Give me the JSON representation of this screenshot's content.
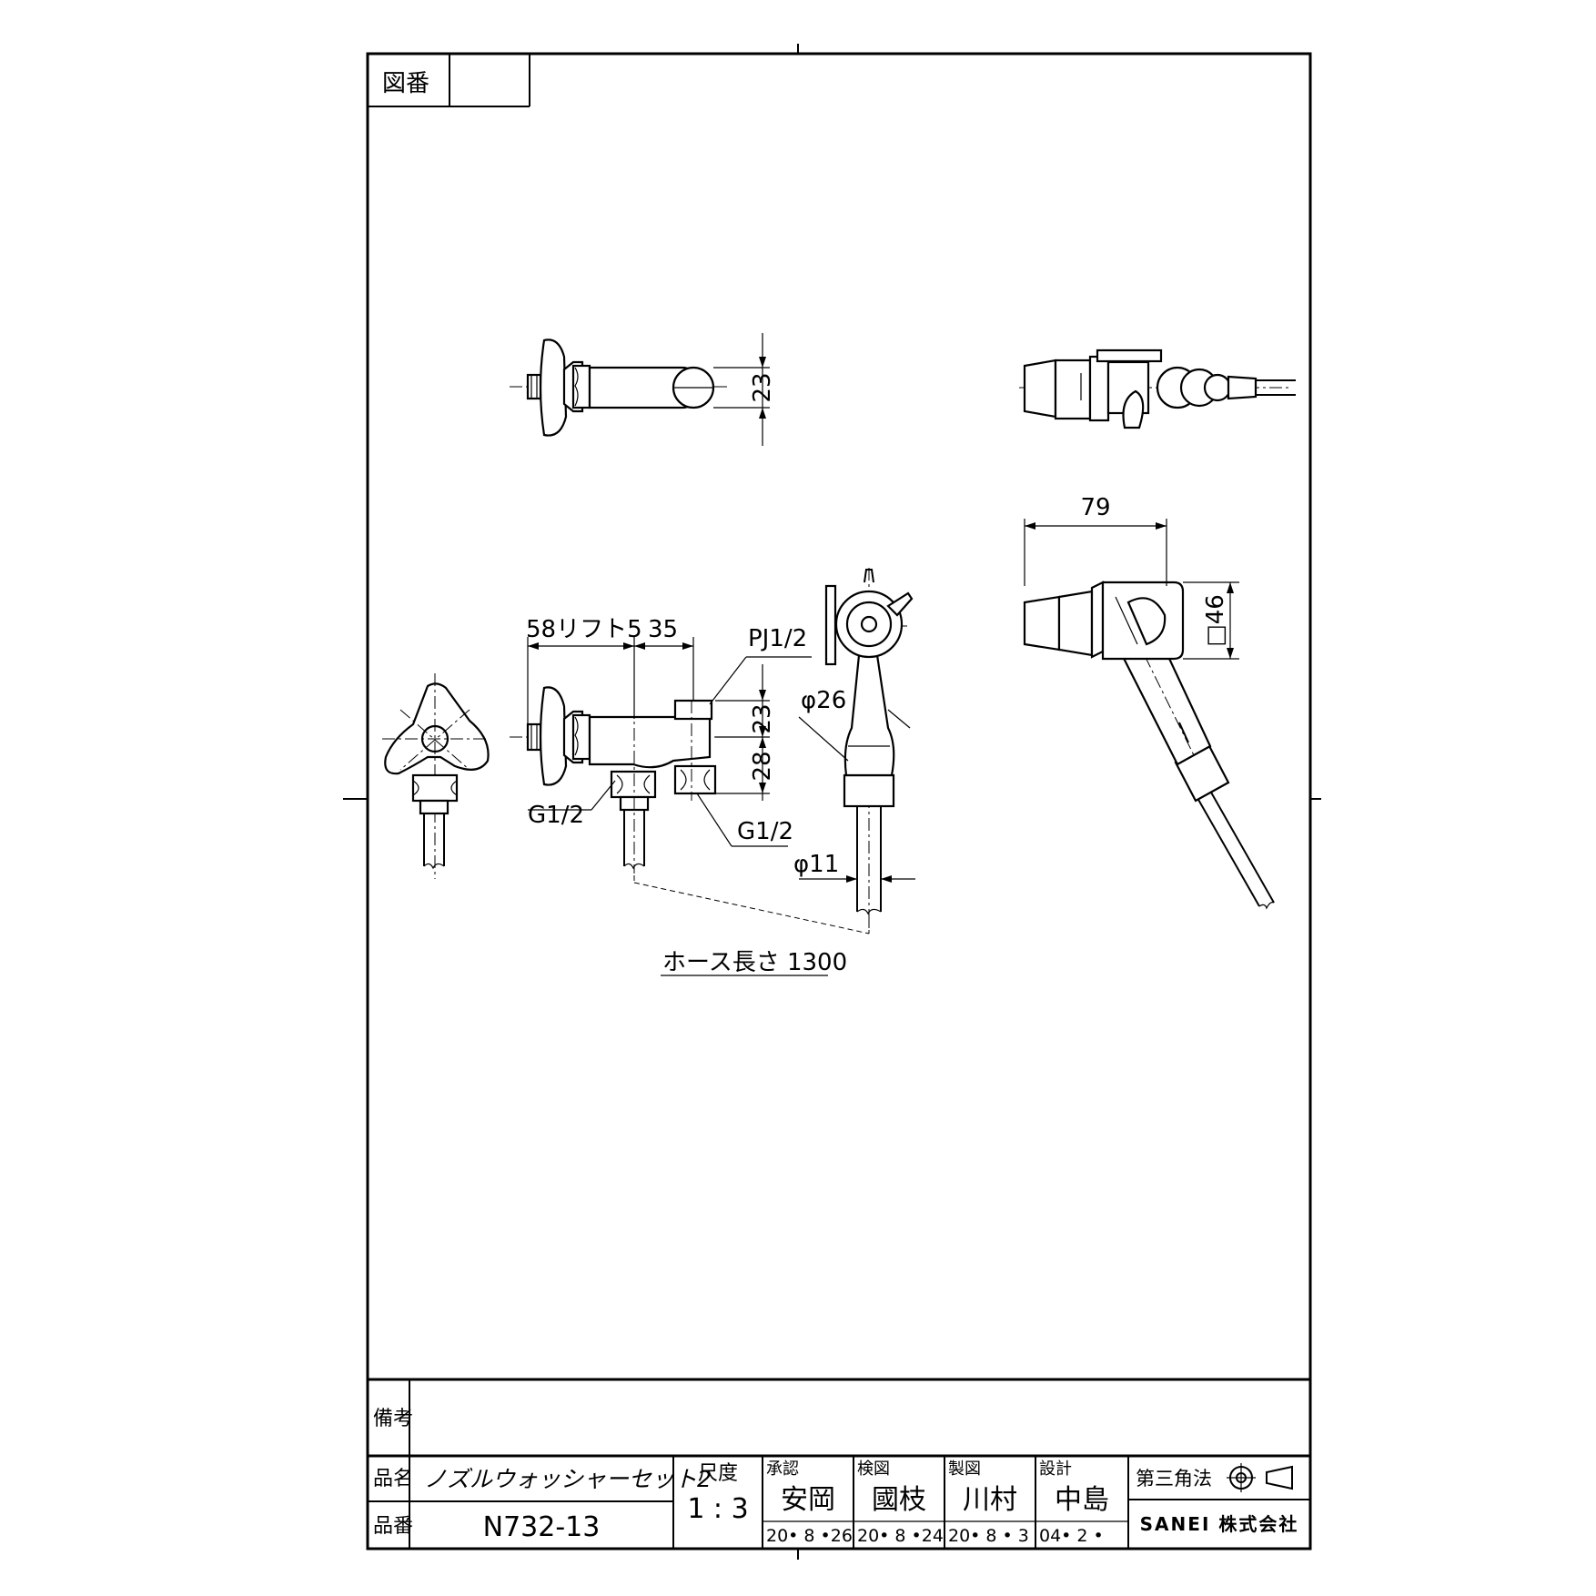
{
  "frame": {
    "drawing_no_label": "図番",
    "drawing_no_value": ""
  },
  "dimensions": {
    "top_view_height": "23",
    "side_width": "79",
    "side_square": "□46",
    "front_lift": "58リフト5",
    "front_35": "35",
    "front_thread_top": "PJ1/2",
    "front_h1": "23",
    "front_h2": "28",
    "front_thread_left": "G1/2",
    "front_thread_right": "G1/2",
    "hose_dia_large": "φ26",
    "hose_dia_small": "φ11",
    "hose_length": "ホース長さ 1300"
  },
  "title_block": {
    "remarks_label": "備考",
    "remarks_value": "",
    "name_label": "品名",
    "name_value": "ノズルウォッシャーセット2",
    "code_label": "品番",
    "code_value": "N732-13",
    "scale_label": "尺度",
    "scale_value": "1 : 3",
    "approved_label": "承認",
    "approved_name": "安岡",
    "approved_date": "20• 8 •26",
    "checked_label": "検図",
    "checked_name": "國枝",
    "checked_date": "20• 8 •24",
    "drawn_label": "製図",
    "drawn_name": "川村",
    "drawn_date": "20• 8 • 3",
    "design_label": "設計",
    "design_name": "中島",
    "design_date": "04• 2 •",
    "projection_label": "第三角法",
    "company": "SANEI 株式会社"
  }
}
